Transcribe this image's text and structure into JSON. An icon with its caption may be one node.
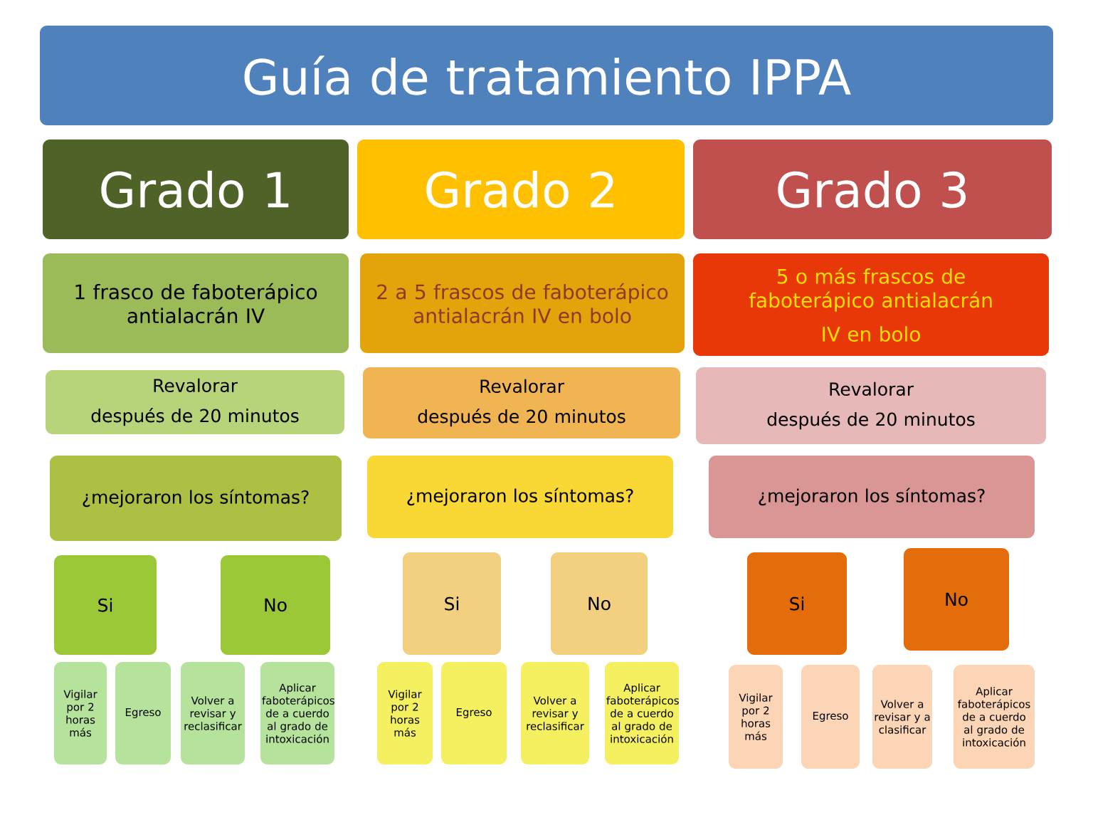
{
  "diagram": {
    "nodes": [
      {
        "text": [
          "Guía de tratamiento IPPA"
        ]
      },
      {
        "text": [
          "Grado 1"
        ]
      },
      {
        "text": [
          "1 frasco de faboterápico antialacrán IV"
        ]
      },
      {
        "text": [
          "Revalorar",
          "después de 20 minutos"
        ]
      },
      {
        "text": [
          "¿mejoraron los síntomas?"
        ]
      },
      {
        "text": [
          "Si"
        ]
      },
      {
        "text": [
          "No"
        ]
      },
      {
        "text": [
          "Vigilar por 2 horas más"
        ]
      },
      {
        "text": [
          "Egreso"
        ]
      },
      {
        "text": [
          "Volver a revisar y reclasificar"
        ]
      },
      {
        "text": [
          "Aplicar faboterápicos de a cuerdo al grado de intoxicación"
        ]
      },
      {
        "text": [
          "Grado 2"
        ]
      },
      {
        "text": [
          "2 a 5 frascos de faboterápico antialacrán IV en bolo"
        ]
      },
      {
        "text": [
          "Revalorar",
          "después de 20 minutos"
        ]
      },
      {
        "text": [
          "¿mejoraron los síntomas?"
        ]
      },
      {
        "text": [
          "Si"
        ]
      },
      {
        "text": [
          "No"
        ]
      },
      {
        "text": [
          "Vigilar por 2 horas más"
        ]
      },
      {
        "text": [
          "Egreso"
        ]
      },
      {
        "text": [
          "Volver a revisar y reclasificar"
        ]
      },
      {
        "text": [
          "Aplicar faboterápicos de a cuerdo al grado de intoxicación"
        ]
      },
      {
        "text": [
          "Grado 3"
        ]
      },
      {
        "text": [
          "5 o más frascos de faboterápico antialacrán",
          "IV en bolo"
        ]
      },
      {
        "text": [
          "Revalorar",
          "después de 20 minutos"
        ]
      },
      {
        "text": [
          "¿mejoraron los síntomas?"
        ]
      },
      {
        "text": [
          "Si"
        ]
      },
      {
        "text": [
          "No"
        ]
      },
      {
        "text": [
          "Vigilar por 2 horas más"
        ]
      },
      {
        "text": [
          "Egreso"
        ]
      },
      {
        "text": [
          "Volver a revisar y a clasificar"
        ]
      },
      {
        "text": [
          "Aplicar faboterápicos de a cuerdo al grado de intoxicación"
        ]
      }
    ]
  }
}
